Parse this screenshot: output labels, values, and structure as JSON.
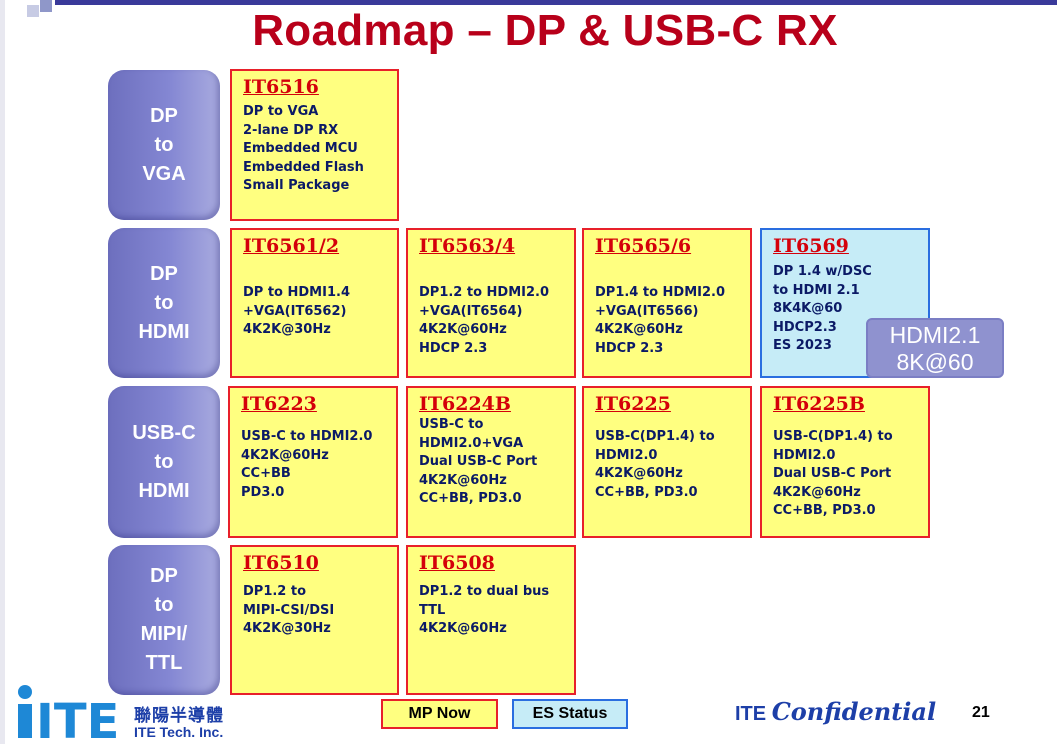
{
  "title": "Roadmap – DP & USB-C RX",
  "categories": [
    {
      "label": "DP\nto\nVGA"
    },
    {
      "label": "DP\nto\nHDMI"
    },
    {
      "label": "USB-C\nto\nHDMI"
    },
    {
      "label": "DP\nto\nMIPI/\nTTL"
    }
  ],
  "products": [
    {
      "part": "IT6516",
      "desc": "DP to VGA\n2-lane DP RX\nEmbedded MCU\nEmbedded Flash\nSmall Package",
      "status": "mp"
    },
    {
      "part": "IT6561/2",
      "desc": "DP to HDMI1.4\n+VGA(IT6562)\n4K2K@30Hz",
      "status": "mp"
    },
    {
      "part": "IT6563/4",
      "desc": "DP1.2 to HDMI2.0\n+VGA(IT6564)\n4K2K@60Hz\nHDCP 2.3",
      "status": "mp"
    },
    {
      "part": "IT6565/6",
      "desc": "DP1.4 to HDMI2.0\n+VGA(IT6566)\n4K2K@60Hz\nHDCP 2.3",
      "status": "mp"
    },
    {
      "part": "IT6569",
      "desc": "DP 1.4 w/DSC\nto HDMI 2.1\n8K4K@60\nHDCP2.3\nES 2023",
      "status": "es"
    },
    {
      "part": "IT6223",
      "desc": "USB-C to HDMI2.0\n4K2K@60Hz\nCC+BB\nPD3.0",
      "status": "mp"
    },
    {
      "part": "IT6224B",
      "desc": "USB-C to\nHDMI2.0+VGA\nDual USB-C Port\n4K2K@60Hz\nCC+BB, PD3.0",
      "status": "mp"
    },
    {
      "part": "IT6225",
      "desc": "USB-C(DP1.4) to\nHDMI2.0\n4K2K@60Hz\nCC+BB, PD3.0",
      "status": "mp"
    },
    {
      "part": "IT6225B",
      "desc": "USB-C(DP1.4) to\nHDMI2.0\nDual USB-C Port\n4K2K@60Hz\nCC+BB, PD3.0",
      "status": "mp"
    },
    {
      "part": "IT6510",
      "desc": "DP1.2 to\nMIPI-CSI/DSI\n4K2K@30Hz",
      "status": "mp"
    },
    {
      "part": "IT6508",
      "desc": "DP1.2 to dual bus\nTTL\n4K2K@60Hz",
      "status": "mp"
    }
  ],
  "callout": "HDMI2.1\n8K@60",
  "legend": {
    "mp": "MP Now",
    "es": "ES Status"
  },
  "footer": {
    "logo_text": "ITE",
    "company_cn": "聯陽半導體",
    "company_en": "ITE Tech. Inc.",
    "confidential_prefix": "ITE",
    "confidential_word": "Confidential",
    "page_number": "21"
  },
  "colors": {
    "title": "#b8001a",
    "mp_border": "#e8202a",
    "mp_fill": "#ffff80",
    "es_border": "#2a6ee0",
    "es_fill": "#c6ecf7",
    "category_fill": "#8487d3",
    "text_navy": "#0b1a66"
  }
}
